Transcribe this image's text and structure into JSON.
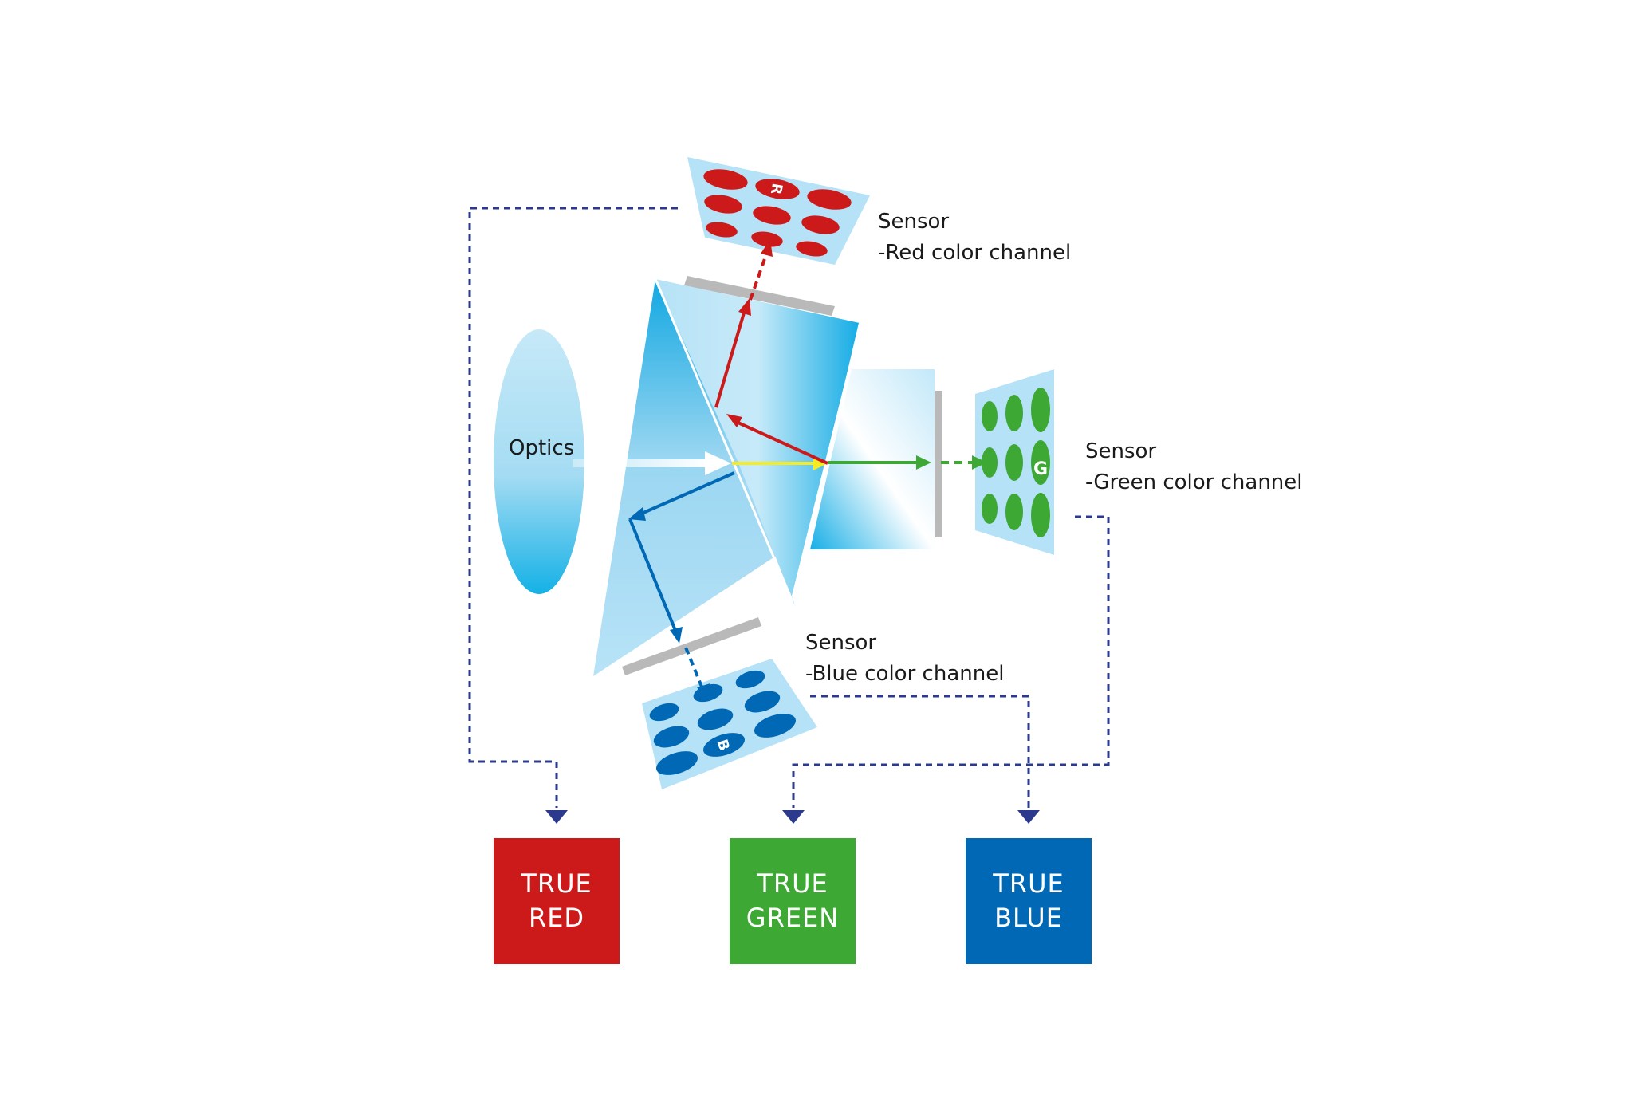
{
  "diagram": {
    "optics_label": "Optics",
    "sensor_red": {
      "title": "Sensor",
      "subtitle": "-Red color channel",
      "letter": "R"
    },
    "sensor_green": {
      "title": "Sensor",
      "subtitle": "-Green color channel",
      "letter": "G"
    },
    "sensor_blue": {
      "title": "Sensor",
      "subtitle": "-Blue color channel",
      "letter": "B"
    },
    "outputs": [
      {
        "line1": "TRUE",
        "line2": "RED",
        "color": "#cc1a1a"
      },
      {
        "line1": "TRUE",
        "line2": "GREEN",
        "color": "#3ea834"
      },
      {
        "line1": "TRUE",
        "line2": "BLUE",
        "color": "#0068b4"
      }
    ]
  },
  "colors": {
    "red": "#cc1a1a",
    "green": "#3ea834",
    "blue": "#0068b4",
    "connector": "#2b3a8c",
    "light_blue": "#b5e2f7",
    "prism_blue": "#1ab0e8"
  }
}
